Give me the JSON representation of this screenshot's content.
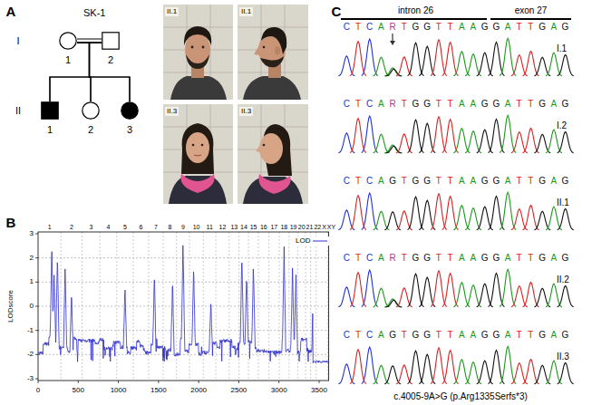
{
  "diagram": {
    "nodes": [
      {
        "text": [
          "1"
        ]
      },
      {
        "text": [
          "2"
        ]
      },
      {
        "text": [
          "1"
        ]
      },
      {
        "text": [
          "2"
        ]
      },
      {
        "text": [
          "3"
        ]
      }
    ],
    "edges": [
      {
        "from": 0,
        "to": 1,
        "arrow": "none"
      },
      {
        "from": 0,
        "to": 2,
        "arrow": "none"
      },
      {
        "from": 0,
        "to": 3,
        "arrow": "none"
      },
      {
        "from": 0,
        "to": 4,
        "arrow": "none"
      },
      {
        "from": 1,
        "to": 2,
        "arrow": "none"
      },
      {
        "from": 1,
        "to": 3,
        "arrow": "none"
      },
      {
        "from": 1,
        "to": 4,
        "arrow": "none"
      }
    ],
    "labels": [
      "A",
      "SK-1",
      "I",
      "II",
      "II.1",
      "II.1",
      "II.3",
      "II.3",
      "B",
      "1",
      "2",
      "3",
      "4",
      "5",
      "6",
      "7",
      "8",
      "9",
      "10",
      "11",
      "12",
      "13",
      "14",
      "15",
      "16",
      "17",
      "18",
      "19",
      "20",
      "21",
      "22",
      "X",
      "XY",
      "3",
      "2",
      "1",
      "0",
      "-1",
      "-2",
      "-3",
      "LODscore",
      "0",
      "500",
      "1000",
      "1500",
      "2000",
      "2500",
      "3000",
      "3500",
      "C",
      "intron 26",
      "exon 27",
      "CTCARTGGTTAAGGATTGAG",
      "I.1",
      "CTCARTGGTTAAGGATTGAG",
      "I.2",
      "CTCAGTGGTTAAGGATTGAG",
      "II.1",
      "CTCARTGGTTAAGGATTGAG",
      "II.2",
      "CTCAGTGGTTAAGGATTGAG",
      "II.3",
      "c.4005-9A>G (p.Arg1335Serfs*3)"
    ],
    "legend": [
      {
        "text": "LOD"
      }
    ]
  }
}
